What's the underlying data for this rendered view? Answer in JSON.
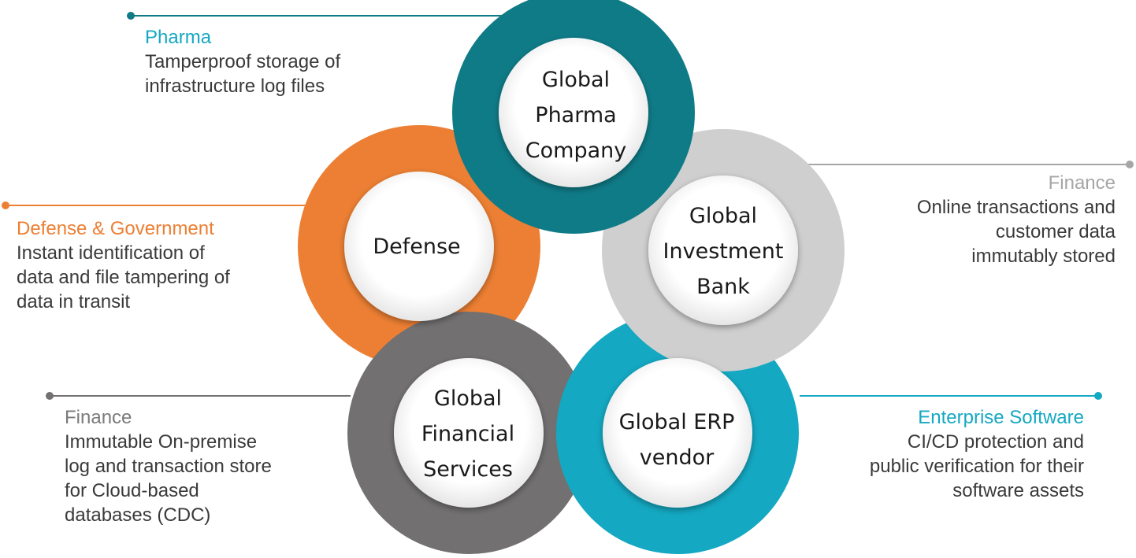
{
  "colors": {
    "teal": "#0f7b87",
    "orange": "#ec7f33",
    "light_gray": "#cfcfd0",
    "dark_gray": "#727070",
    "cyan": "#14a8c2"
  },
  "nodes": {
    "pharma": [
      "Global",
      "Pharma",
      "Company"
    ],
    "bank": [
      "Global",
      "Investment",
      "Bank"
    ],
    "erp": [
      "Global ERP",
      "vendor"
    ],
    "financial": [
      "Global",
      "Financial",
      "Services"
    ],
    "defense": [
      "Defense"
    ]
  },
  "callouts": {
    "pharma": {
      "title": "Pharma",
      "lines": [
        "Tamperproof storage of",
        "infrastructure log files"
      ]
    },
    "finance_bank": {
      "title": "Finance",
      "lines": [
        "Online transactions and",
        "customer data",
        "immutably stored"
      ]
    },
    "defense": {
      "title": "Defense & Government",
      "lines": [
        "Instant identification of",
        "data and file tampering of",
        "data in transit"
      ]
    },
    "finance_services": {
      "title": "Finance",
      "lines": [
        "Immutable On-premise",
        "log and transaction store",
        "for Cloud-based",
        "databases (CDC)"
      ]
    },
    "enterprise": {
      "title": "Enterprise Software",
      "lines": [
        "CI/CD protection and",
        "public verification for their",
        "software assets"
      ]
    }
  }
}
